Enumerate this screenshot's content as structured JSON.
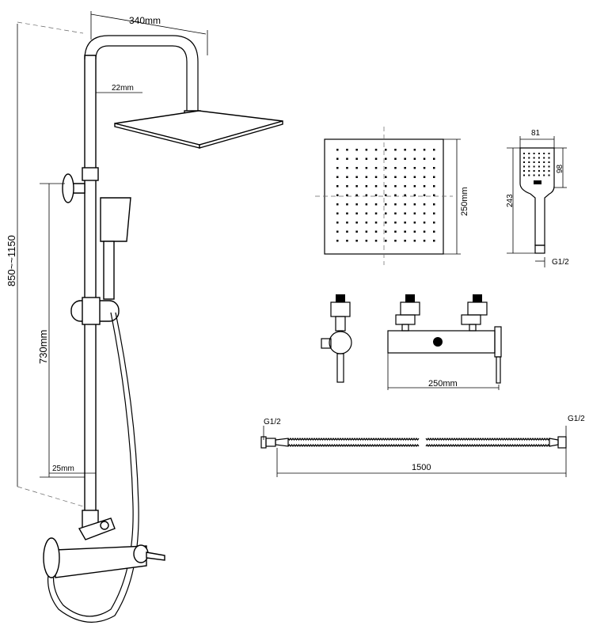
{
  "dimensions": {
    "top_arm_width": "340mm",
    "pipe_diameter": "22mm",
    "total_height": "850~~1150",
    "slide_bar_height": "730mm",
    "lower_pipe_diameter": "25mm",
    "head_size": "250mm",
    "hand_width": "81",
    "hand_head_height": "98",
    "hand_total_height": "243",
    "hand_thread": "G1/2",
    "valve_width": "250mm",
    "hose_thread_left": "G1/2",
    "hose_thread_right": "G1/2",
    "hose_length": "1500"
  },
  "colors": {
    "line": "#000000",
    "dash": "#666666",
    "background": "#ffffff"
  }
}
